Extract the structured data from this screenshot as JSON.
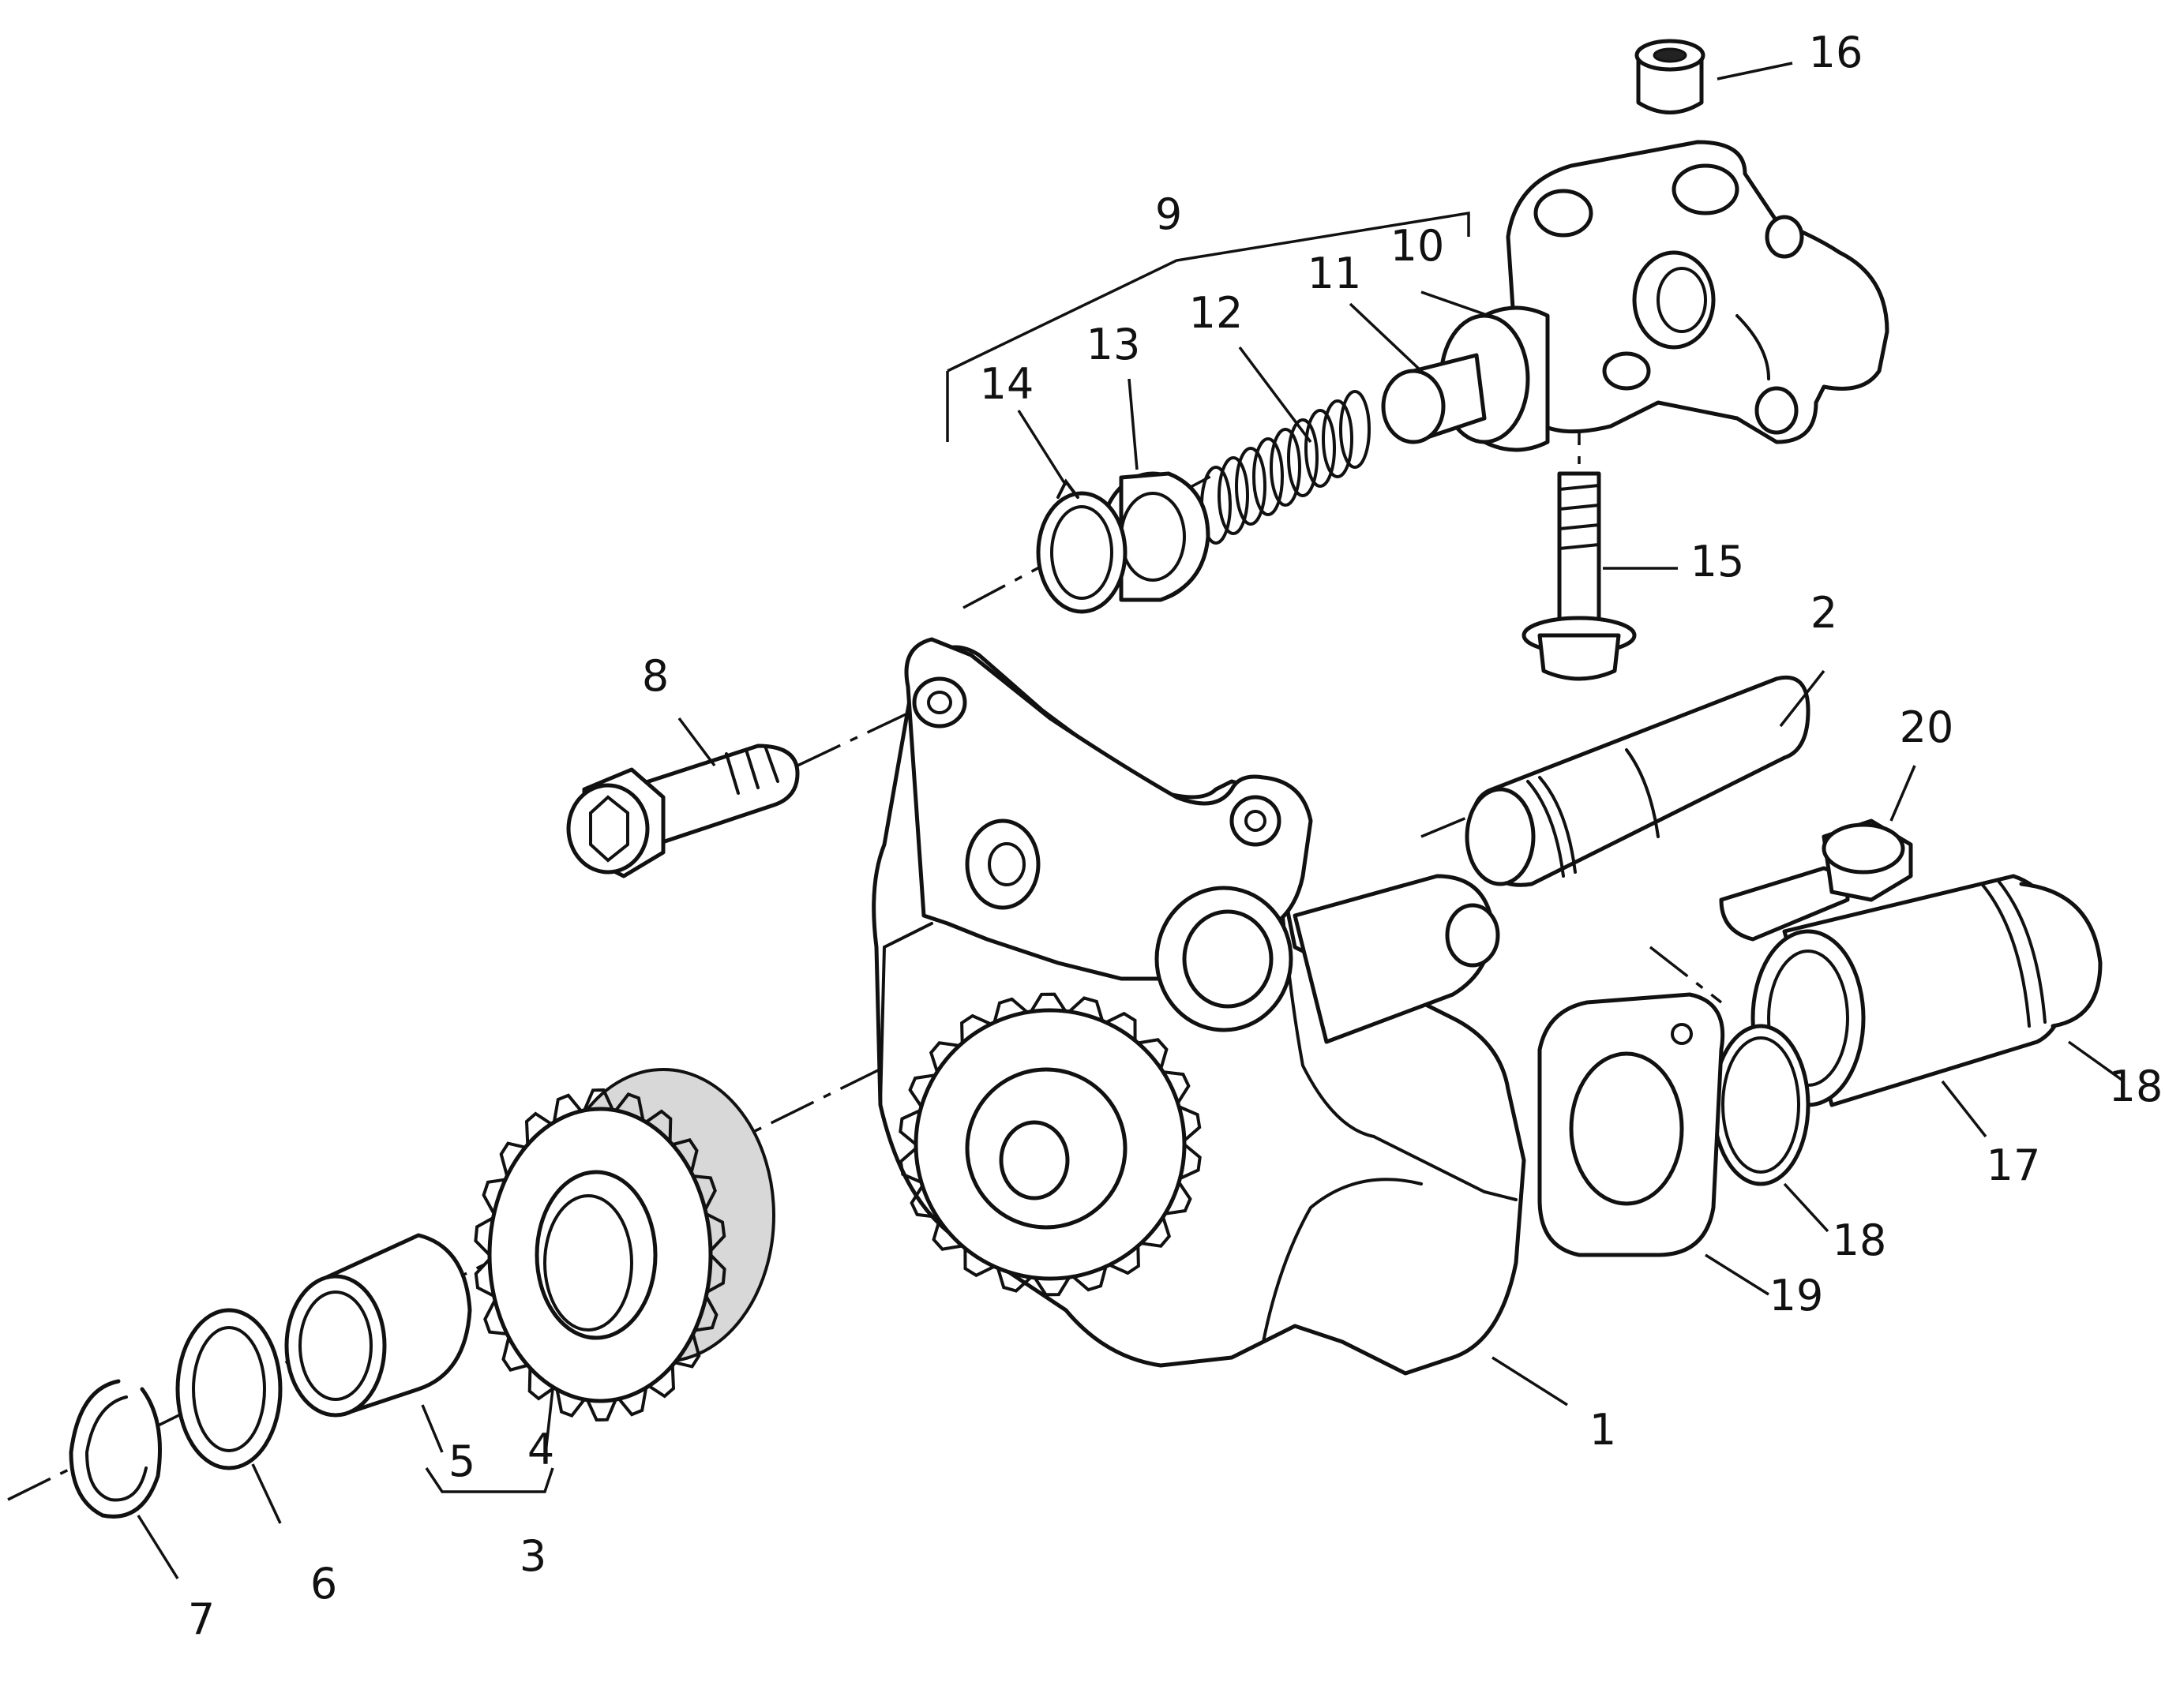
{
  "callouts": {
    "c1": "1",
    "c2": "2",
    "c3": "3",
    "c4": "4",
    "c5": "5",
    "c6": "6",
    "c7": "7",
    "c8": "8",
    "c9": "9",
    "c10": "10",
    "c11": "11",
    "c12": "12",
    "c13": "13",
    "c14": "14",
    "c15": "15",
    "c16": "16",
    "c17": "17",
    "c18a": "18",
    "c18b": "18",
    "c19": "19",
    "c20": "20"
  },
  "style": {
    "line_color": "#111111",
    "background": "#ffffff"
  }
}
